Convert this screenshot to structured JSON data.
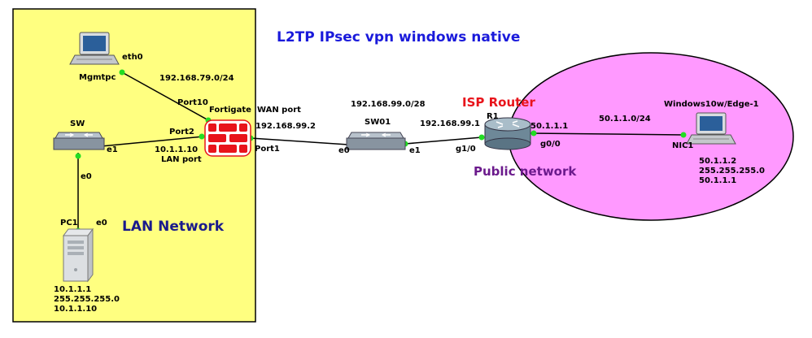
{
  "title": "L2TP IPsec vpn windows native",
  "colors": {
    "title": "#1a1adb",
    "lan_zone_fill": "#ffff80",
    "public_zone_fill": "#ff99ff",
    "lan_label": "#1a1a8c",
    "isp_label": "#e8141b",
    "public_label": "#6b1a8c",
    "port_dot": "#22dd22",
    "fortigate_red": "#e8141b"
  },
  "zones": {
    "lan": {
      "label": "LAN Network"
    },
    "public": {
      "label": "Public network"
    }
  },
  "devices": {
    "mgmtpc": {
      "name": "Mgmtpc",
      "icon": "laptop-icon"
    },
    "sw": {
      "name": "SW",
      "icon": "switch-icon"
    },
    "fortigate": {
      "name": "Fortigate",
      "icon": "firewall-icon"
    },
    "pc1": {
      "name": "PC1",
      "icon": "server-tower-icon",
      "ip": "10.1.1.1",
      "mask": "255.255.255.0",
      "gateway": "10.1.1.10"
    },
    "sw01": {
      "name": "SW01",
      "icon": "switch-icon"
    },
    "r1": {
      "name": "R1",
      "icon": "router-icon",
      "caption": "ISP Router"
    },
    "win10": {
      "name": "Windows10w/Edge-1",
      "icon": "laptop-icon",
      "ip": "50.1.1.2",
      "mask": "255.255.255.0",
      "gateway": "50.1.1.1"
    }
  },
  "ports": {
    "mgmt_eth0": "eth0",
    "fg_port10": "Port10",
    "fg_port2": "Port2",
    "fg_port1": "Port1",
    "sw_e1": "e1",
    "sw_e0": "e0",
    "pc1_e0": "e0",
    "sw01_e0": "e0",
    "sw01_e1": "e1",
    "r1_g10": "g1/0",
    "r1_g00": "g0/0",
    "win_nic1": "NIC1"
  },
  "links": {
    "mgmt_subnet": "192.168.79.0/24",
    "lan_ip": "10.1.1.10",
    "lan_port": "LAN port",
    "wan_port": "WAN port",
    "wan_ip": "192.168.99.2",
    "wan_subnet": "192.168.99.0/28",
    "isp_inside_ip": "192.168.99.1",
    "isp_outside_ip": "50.1.1.1",
    "public_subnet": "50.1.1.0/24"
  }
}
